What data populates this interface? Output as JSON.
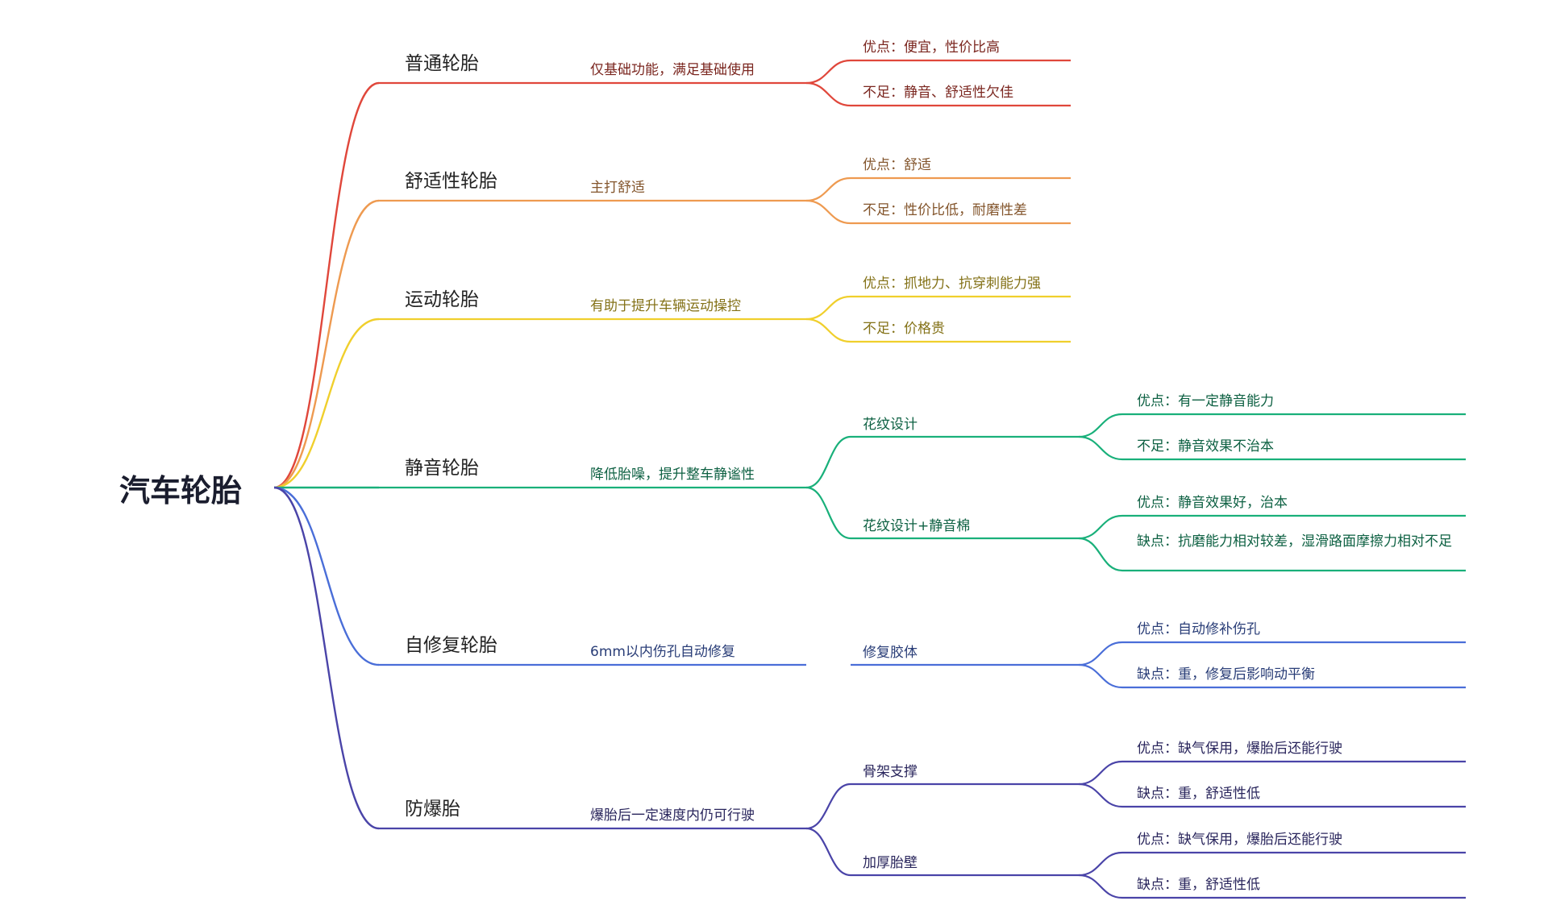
{
  "root": "汽车轮胎",
  "branches": [
    {
      "title": "普通轮胎",
      "color": "#e0473b",
      "desc": "仅基础功能，满足基础使用",
      "leaves": [
        "优点：便宜，性价比高",
        "不足：静音、舒适性欠佳"
      ]
    },
    {
      "title": "舒适性轮胎",
      "color": "#ee9a50",
      "desc": "主打舒适",
      "leaves": [
        "优点：舒适",
        "不足：性价比低，耐磨性差"
      ]
    },
    {
      "title": "运动轮胎",
      "color": "#f0cf2c",
      "desc": "有助于提升车辆运动操控",
      "leaves": [
        "优点：抓地力、抗穿刺能力强",
        "不足：价格贵"
      ]
    },
    {
      "title": "静音轮胎",
      "color": "#19b07a",
      "desc": "降低胎噪，提升整车静谧性",
      "subs": [
        {
          "label": "花纹设计",
          "leaves": [
            "优点：有一定静音能力",
            "不足：静音效果不治本"
          ]
        },
        {
          "label": "花纹设计+静音棉",
          "leaves": [
            "优点：静音效果好，治本",
            "缺点：抗磨能力相对较差，湿滑路面摩擦力相对不足"
          ]
        }
      ]
    },
    {
      "title": "自修复轮胎",
      "color": "#4a6ed8",
      "desc": "6mm以内伤孔自动修复",
      "subs": [
        {
          "label": "修复胶体",
          "leaves": [
            "优点：自动修补伤孔",
            "缺点：重，修复后影响动平衡"
          ]
        }
      ]
    },
    {
      "title": "防爆胎",
      "color": "#4a44a8",
      "desc": "爆胎后一定速度内仍可行驶",
      "subs": [
        {
          "label": "骨架支撑",
          "leaves": [
            "优点：缺气保用，爆胎后还能行驶",
            "缺点：重，舒适性低"
          ]
        },
        {
          "label": "加厚胎壁",
          "leaves": [
            "优点：缺气保用，爆胎后还能行驶",
            "缺点：重，舒适性低"
          ]
        }
      ]
    }
  ]
}
